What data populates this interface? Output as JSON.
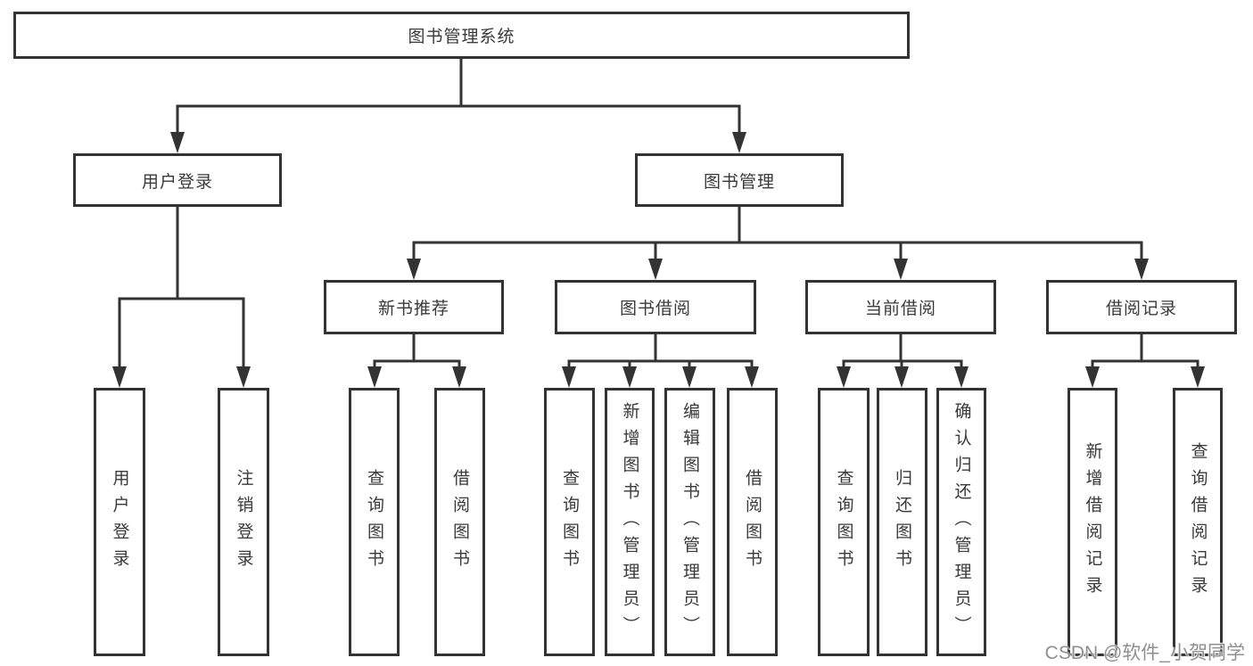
{
  "diagram": {
    "root": "图书管理系统",
    "level2": {
      "user_login": "用户登录",
      "book_management": "图书管理"
    },
    "user_login_children": {
      "login": "用户登录",
      "logout": "注销登录"
    },
    "book_management_children": {
      "new_book": "新书推荐",
      "borrow": "图书借阅",
      "current": "当前借阅",
      "records": "借阅记录"
    },
    "new_book_children": {
      "query": "查询图书",
      "borrow": "借阅图书"
    },
    "borrow_children": {
      "query": "查询图书",
      "add": "新增图书（管理员）",
      "edit": "编辑图书（管理员）",
      "borrow": "借阅图书"
    },
    "current_children": {
      "query": "查询图书",
      "return": "归还图书",
      "confirm": "确认归还（管理员）"
    },
    "records_children": {
      "add": "新增借阅记录",
      "query": "查询借阅记录"
    }
  },
  "watermark": "CSDN @软件_小贺同学",
  "colors": {
    "line": "#333333",
    "box_border": "#333333",
    "box_fill": "#ffffff",
    "text": "#3a3a3a",
    "watermark_text": "#8f8f8f"
  }
}
